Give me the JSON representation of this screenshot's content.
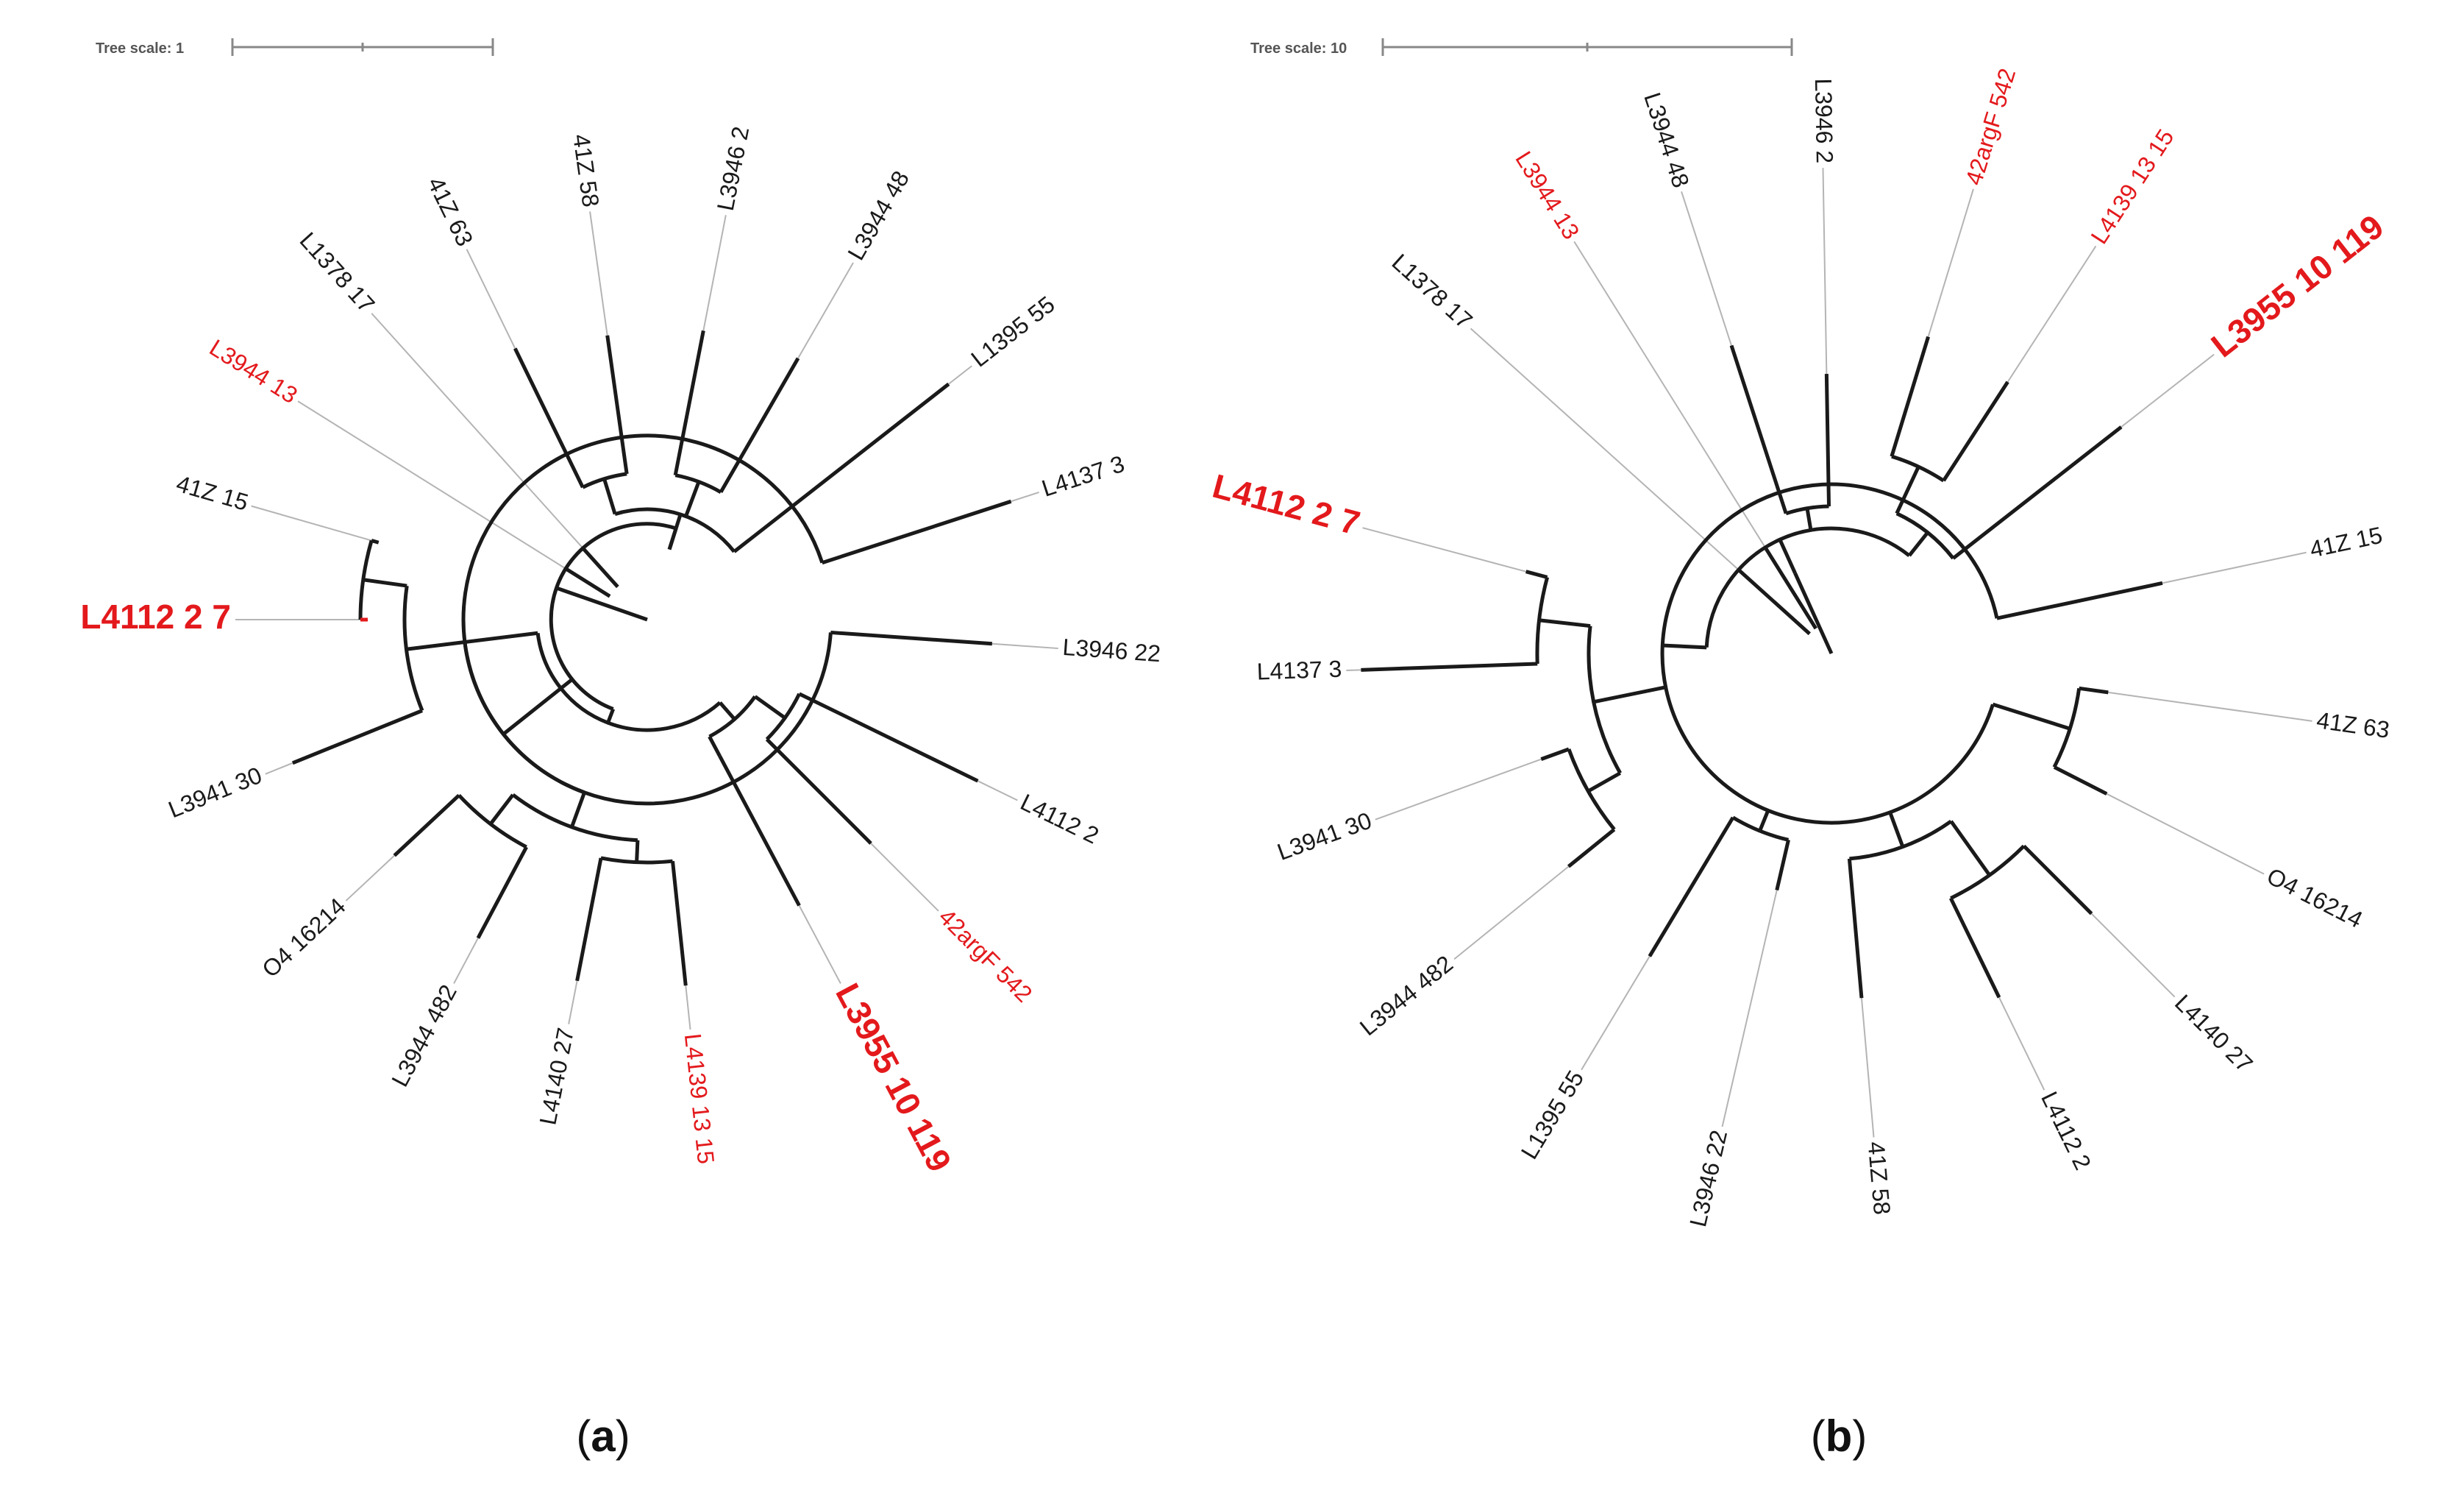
{
  "colors": {
    "normal": "#1a1a1a",
    "highlight": "#e3191c",
    "guide": "#b4b4b4",
    "scale": "#888888",
    "scale_text": "#555555"
  },
  "panels": [
    {
      "id": "a",
      "caption_letter": "a",
      "scale_label": "Tree scale: 1",
      "leaves": [
        {
          "label": "L4112 2 7",
          "style": "highlight-bold"
        },
        {
          "label": "41Z 15",
          "style": "normal"
        },
        {
          "label": "L3944 13",
          "style": "highlight"
        },
        {
          "label": "L1378 17",
          "style": "normal"
        },
        {
          "label": "41Z 63",
          "style": "normal"
        },
        {
          "label": "41Z 58",
          "style": "normal"
        },
        {
          "label": "L3946 2",
          "style": "normal"
        },
        {
          "label": "L3944 48",
          "style": "normal"
        },
        {
          "label": "L1395 55",
          "style": "normal"
        },
        {
          "label": "L4137 3",
          "style": "normal"
        },
        {
          "label": "L3946 22",
          "style": "normal"
        },
        {
          "label": "L4112 2",
          "style": "normal"
        },
        {
          "label": "42argF 542",
          "style": "highlight"
        },
        {
          "label": "L3955 10 119",
          "style": "highlight-bold"
        },
        {
          "label": "L4139 13 15",
          "style": "highlight"
        },
        {
          "label": "L4140 27",
          "style": "normal"
        },
        {
          "label": "L3944 482",
          "style": "normal"
        },
        {
          "label": "O4 16214",
          "style": "normal"
        },
        {
          "label": "L3941 30",
          "style": "normal"
        }
      ]
    },
    {
      "id": "b",
      "caption_letter": "b",
      "scale_label": "Tree scale: 10",
      "leaves": [
        {
          "label": "L1378 17",
          "style": "normal"
        },
        {
          "label": "L3944 13",
          "style": "highlight"
        },
        {
          "label": "L3944 48",
          "style": "normal"
        },
        {
          "label": "L3946 2",
          "style": "normal"
        },
        {
          "label": "42argF 542",
          "style": "highlight"
        },
        {
          "label": "L4139 13 15",
          "style": "highlight"
        },
        {
          "label": "L3955 10 119",
          "style": "highlight-bold"
        },
        {
          "label": "41Z 15",
          "style": "normal"
        },
        {
          "label": "41Z 63",
          "style": "normal"
        },
        {
          "label": "O4 16214",
          "style": "normal"
        },
        {
          "label": "L4140 27",
          "style": "normal"
        },
        {
          "label": "L4112 2",
          "style": "normal"
        },
        {
          "label": "41Z 58",
          "style": "normal"
        },
        {
          "label": "L3946 22",
          "style": "normal"
        },
        {
          "label": "L1395 55",
          "style": "normal"
        },
        {
          "label": "L3944 482",
          "style": "normal"
        },
        {
          "label": "L3941 30",
          "style": "normal"
        },
        {
          "label": "L4137 3",
          "style": "normal"
        },
        {
          "label": "L4112 2 7",
          "style": "highlight-bold"
        }
      ]
    }
  ]
}
